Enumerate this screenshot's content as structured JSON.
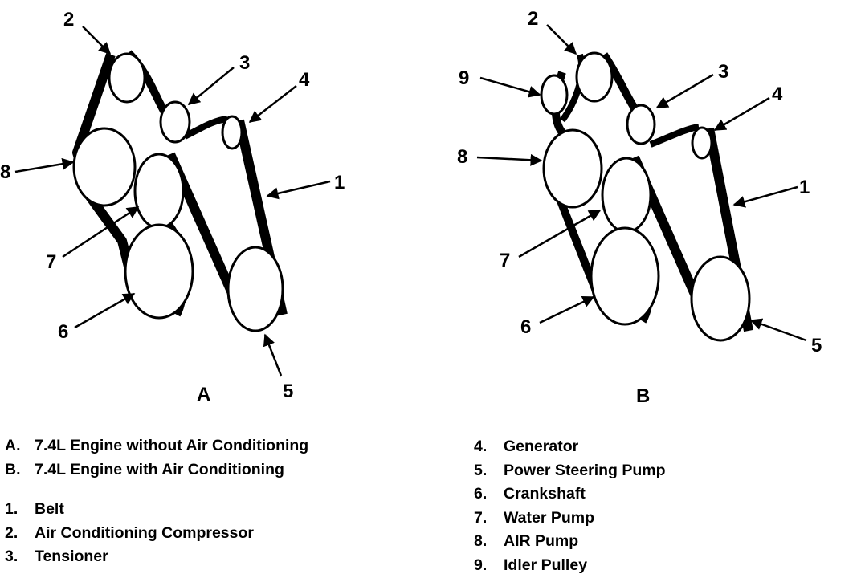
{
  "diagram_a": {
    "panel_label": "A",
    "callouts": [
      "2",
      "3",
      "4",
      "8",
      "1",
      "7",
      "6",
      "5"
    ]
  },
  "diagram_b": {
    "panel_label": "B",
    "callouts": [
      "2",
      "9",
      "3",
      "4",
      "8",
      "1",
      "7",
      "6",
      "5"
    ]
  },
  "legend": {
    "engines": [
      {
        "key": "A.",
        "text": "7.4L Engine without Air Conditioning"
      },
      {
        "key": "B.",
        "text": "7.4L Engine with Air Conditioning"
      }
    ],
    "parts": [
      {
        "key": "1.",
        "text": "Belt"
      },
      {
        "key": "2.",
        "text": "Air Conditioning Compressor"
      },
      {
        "key": "3.",
        "text": "Tensioner"
      },
      {
        "key": "4.",
        "text": "Generator"
      },
      {
        "key": "5.",
        "text": "Power Steering Pump"
      },
      {
        "key": "6.",
        "text": "Crankshaft"
      },
      {
        "key": "7.",
        "text": "Water Pump"
      },
      {
        "key": "8.",
        "text": "AIR Pump"
      },
      {
        "key": "9.",
        "text": "Idler Pulley"
      }
    ]
  }
}
